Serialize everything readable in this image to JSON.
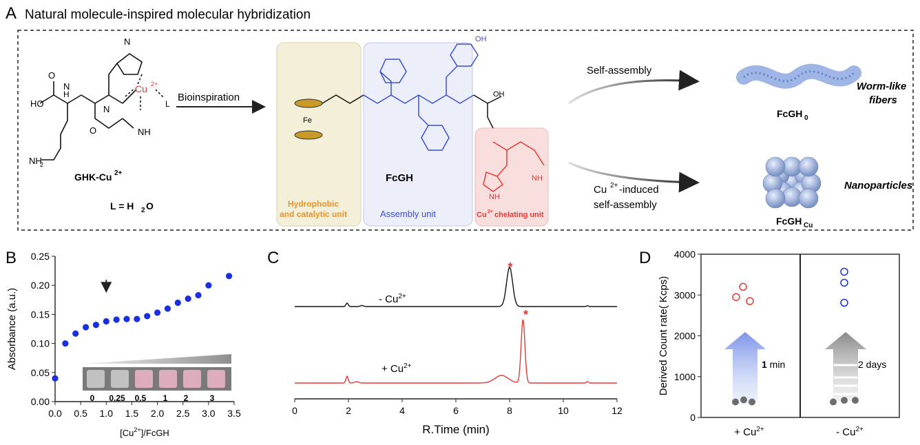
{
  "panel_a": {
    "letter": "A",
    "title": "Natural molecule-inspired molecular hybridization",
    "ghk_label": "GHK-Cu",
    "ghk_sup": "2+",
    "l_def": "L = H",
    "l_sub": "2",
    "l_tail": "O",
    "arrow_label": "Bioinspiration",
    "fcgh_label": "FcGH",
    "unit_hydrophobic_1": "Hydrophobic",
    "unit_hydrophobic_2": "and catalytic unit",
    "unit_assembly": "Assembly unit",
    "unit_chelating": "chelating unit",
    "path_top_label": "Self-assembly",
    "path_bottom_label_1": "-induced",
    "path_bottom_label_2": "self-assembly",
    "product_top_1": "Worm-like",
    "product_top_2": "fibers",
    "product_top_name": "FcGH",
    "product_top_sub": "0",
    "product_bottom": "Nanoparticles",
    "product_bottom_name": "FcGH",
    "product_bottom_sub": "Cu",
    "cu": "Cu",
    "cu_sup": "2+",
    "colors": {
      "orange": "#e8922a",
      "blue": "#3b4fd6",
      "red": "#e53935"
    }
  },
  "chart_data": [
    {
      "panel": "B",
      "type": "scatter",
      "xlabel": "[Cu2+]/FcGH",
      "ylabel": "Absorbance (a.u.)",
      "xlim": [
        0.0,
        3.5
      ],
      "ylim": [
        0.0,
        0.25
      ],
      "xticks": [
        "0.0",
        "0.5",
        "1.0",
        "1.5",
        "2.0",
        "2.5",
        "3.0",
        "3.5"
      ],
      "yticks": [
        "0.00",
        "0.05",
        "0.10",
        "0.15",
        "0.20",
        "0.25"
      ],
      "x": [
        0.0,
        0.2,
        0.4,
        0.6,
        0.8,
        1.0,
        1.2,
        1.4,
        1.6,
        1.8,
        2.0,
        2.2,
        2.4,
        2.6,
        2.8,
        3.0,
        3.4
      ],
      "y": [
        0.04,
        0.1,
        0.117,
        0.128,
        0.132,
        0.138,
        0.141,
        0.142,
        0.142,
        0.147,
        0.153,
        0.16,
        0.17,
        0.177,
        0.183,
        0.2,
        0.216
      ],
      "color": "#1a2fe0",
      "arrow_at": 1.0,
      "inset_labels": [
        "0",
        "0.25",
        "0.5",
        "1",
        "2",
        "3"
      ]
    },
    {
      "panel": "C",
      "type": "line",
      "xlabel": "R.Time (min)",
      "xlim": [
        0,
        12
      ],
      "xticks": [
        "0",
        "2",
        "4",
        "6",
        "8",
        "10",
        "12"
      ],
      "series": [
        {
          "name": "- Cu2+",
          "color": "#111111",
          "peak_at": 8.0
        },
        {
          "name": "+ Cu2+",
          "color": "#e53935",
          "peak_at": 8.5
        }
      ],
      "peak_marker": "*"
    },
    {
      "panel": "D",
      "type": "scatter",
      "ylabel": "Derived Count rate( Kcps)",
      "ylim": [
        0,
        4000
      ],
      "yticks": [
        "0",
        "1000",
        "2000",
        "3000",
        "4000"
      ],
      "categories": [
        "+ Cu2+",
        "- Cu2+"
      ],
      "groups": [
        {
          "open": [
            2950,
            3200,
            2850
          ],
          "filled": [
            380,
            430,
            380
          ],
          "open_color": "#e53935",
          "arrow_text": "1 min"
        },
        {
          "open": [
            3570,
            3300,
            2810
          ],
          "filled": [
            380,
            420,
            420
          ],
          "open_color": "#1a2fe0",
          "arrow_text": "2 days"
        }
      ]
    }
  ],
  "labels": {
    "b_letter": "B",
    "c_letter": "C",
    "d_letter": "D",
    "b_xlabel": "[Cu",
    "b_xlabel_sup": "2+",
    "b_xlabel_tail": "]/FcGH",
    "c_minus": "- Cu",
    "c_plus": "+ Cu",
    "d_cat1": "+ Cu",
    "d_cat2": "- Cu",
    "sup": "2+",
    "d_arrow1_num": "1",
    "d_arrow1_unit": " min",
    "d_arrow2": "2 days"
  }
}
